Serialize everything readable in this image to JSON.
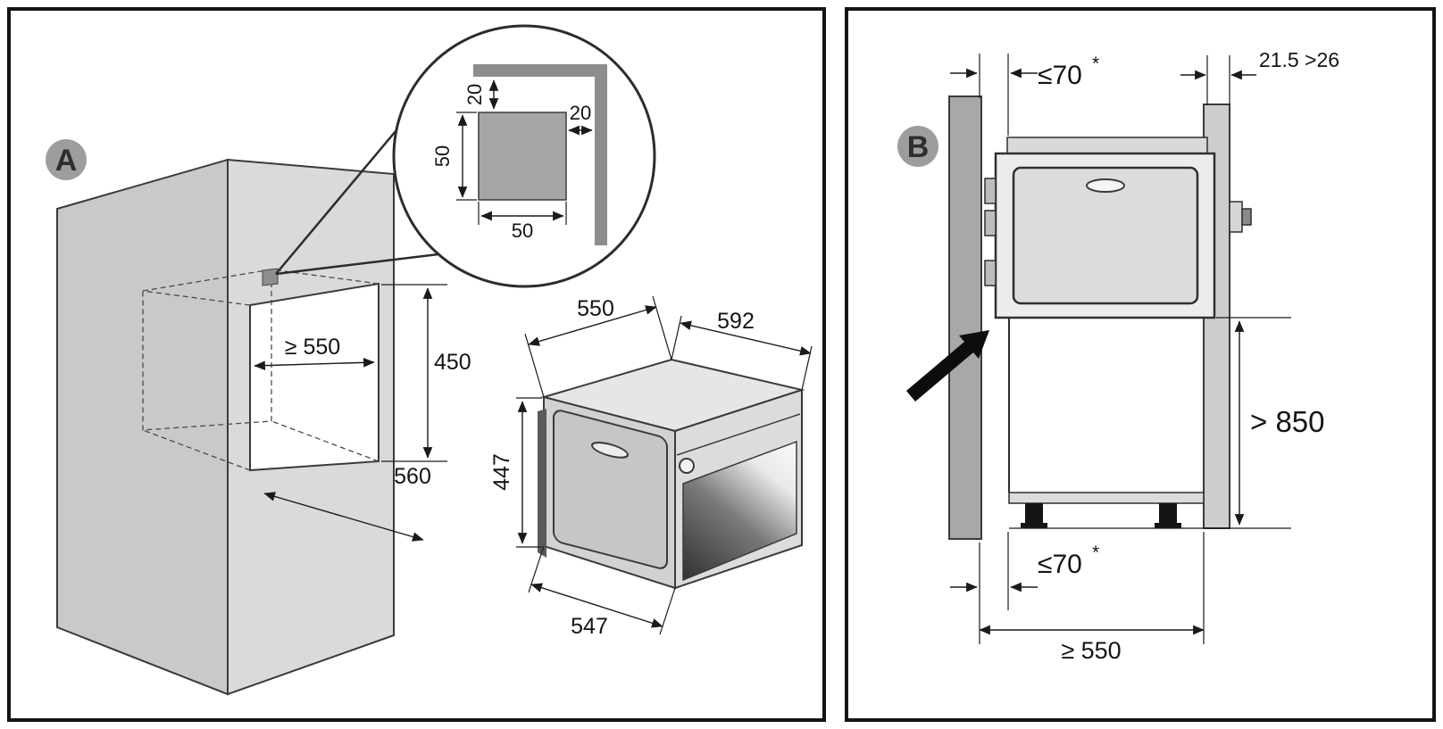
{
  "panel_a": {
    "label": "A",
    "callout": {
      "top_gap": "20",
      "side_gap": "20",
      "height": "50",
      "width": "50"
    },
    "niche": {
      "width": "≥ 550",
      "height": "450",
      "depth": "560"
    },
    "oven": {
      "depth": "550",
      "width": "592",
      "height": "447",
      "body_width": "547"
    }
  },
  "panel_b": {
    "label": "B",
    "dims": {
      "top_clearance": "≤70",
      "top_clearance_note": "*",
      "rear_offset": "21.5 >26",
      "base_height": "> 850",
      "bottom_clearance": "≤70",
      "bottom_clearance_note": "*",
      "depth": "≥ 550"
    }
  }
}
